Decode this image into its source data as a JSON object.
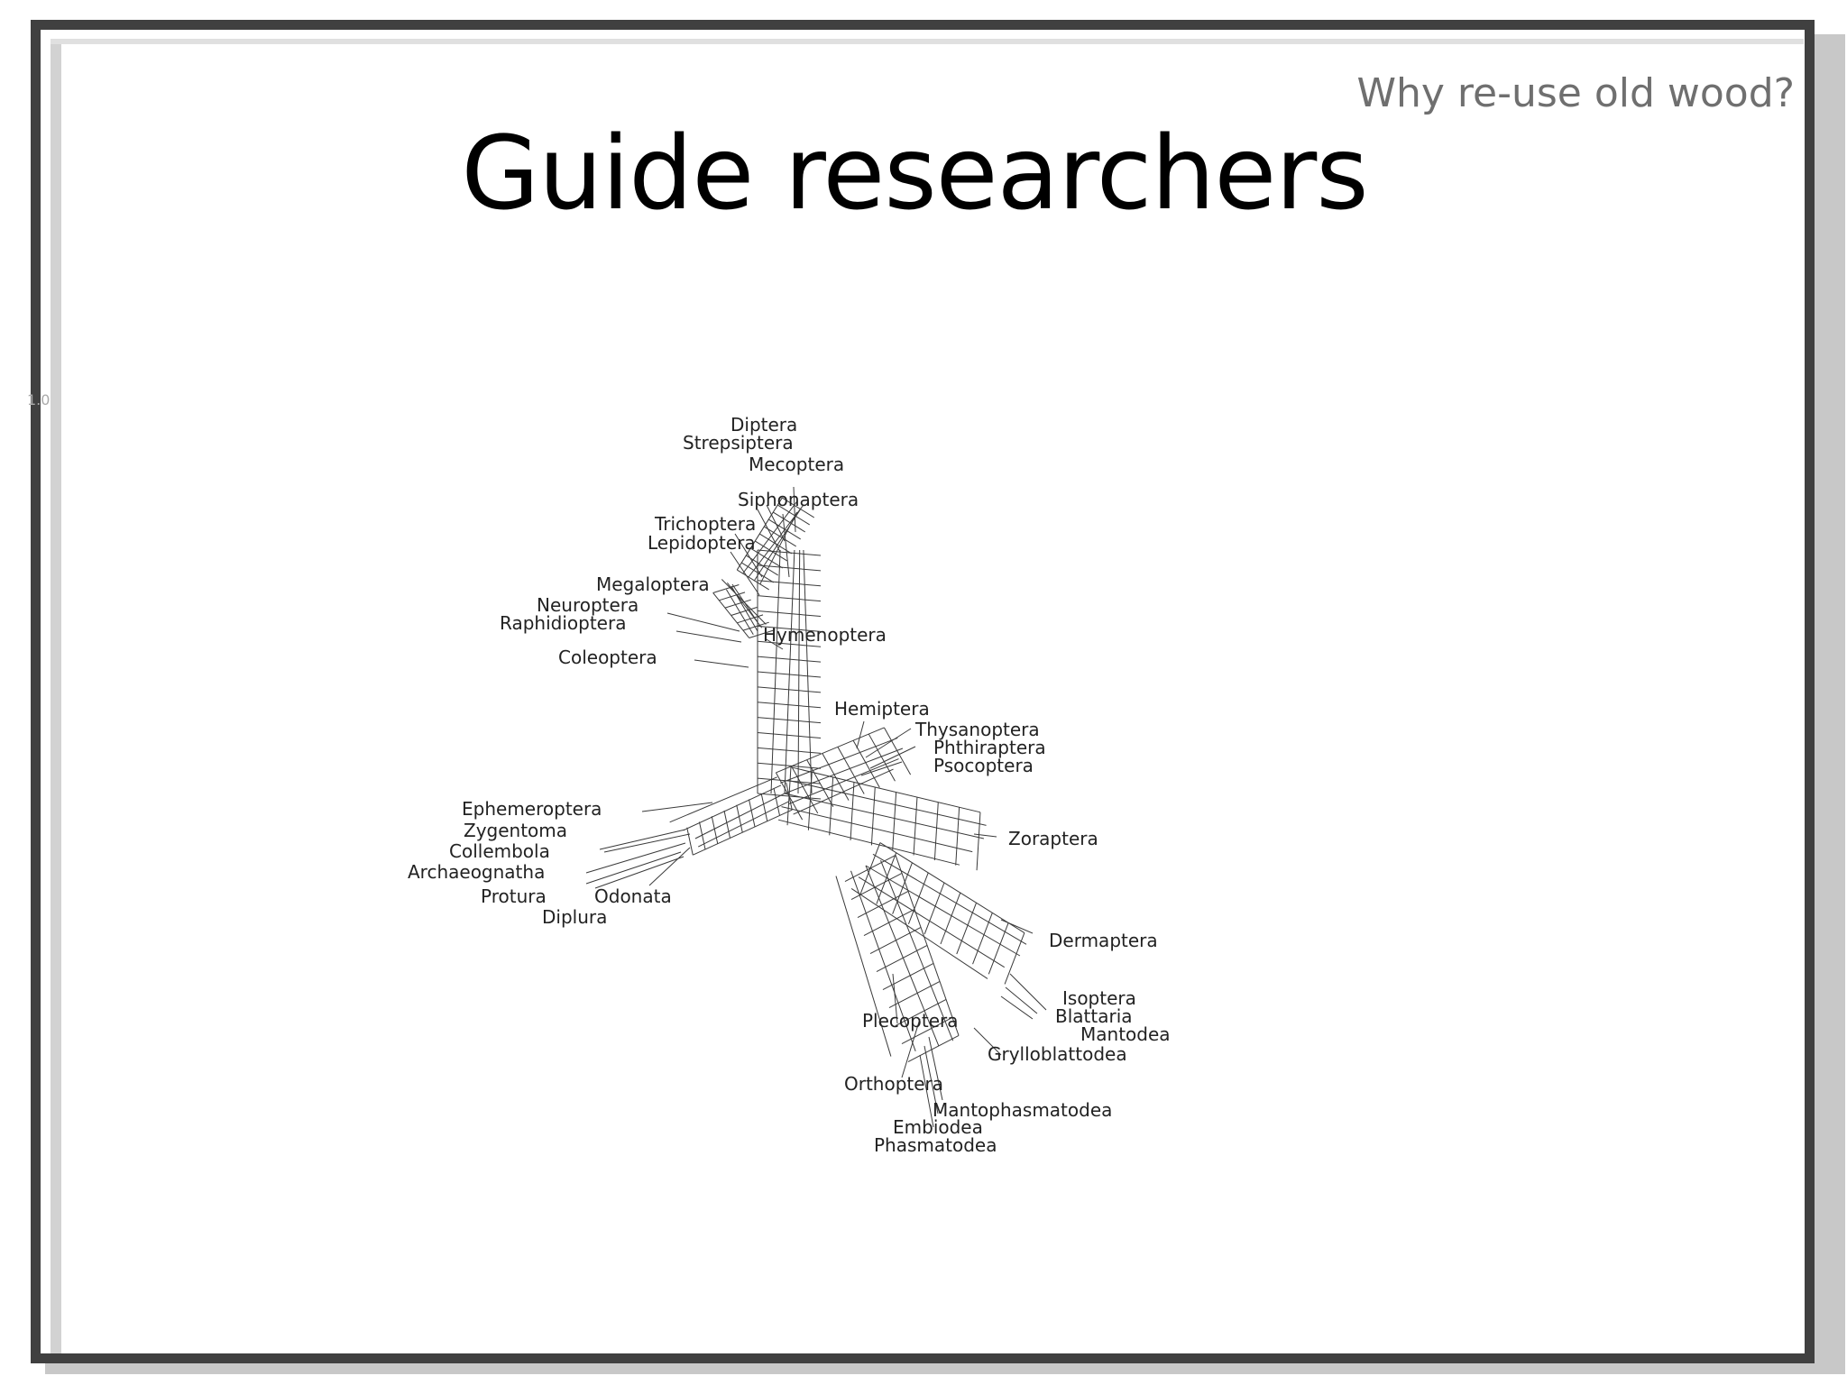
{
  "slide": {
    "title": "Guide researchers",
    "subtitle": "Why re-use old wood?",
    "scale_note": "1.0"
  },
  "network": {
    "taxa": [
      "Diptera",
      "Strepsiptera",
      "Mecoptera",
      "Siphonaptera",
      "Trichoptera",
      "Lepidoptera",
      "Megaloptera",
      "Neuroptera",
      "Raphidioptera",
      "Hymenoptera",
      "Coleoptera",
      "Hemiptera",
      "Thysanoptera",
      "Phthiraptera",
      "Psocoptera",
      "Ephemeroptera",
      "Zygentoma",
      "Collembola",
      "Archaeognatha",
      "Protura",
      "Odonata",
      "Diplura",
      "Zoraptera",
      "Dermaptera",
      "Isoptera",
      "Blattaria",
      "Mantodea",
      "Grylloblattodea",
      "Plecoptera",
      "Orthoptera",
      "Mantophasmatodea",
      "Embiodea",
      "Phasmatodea"
    ]
  }
}
